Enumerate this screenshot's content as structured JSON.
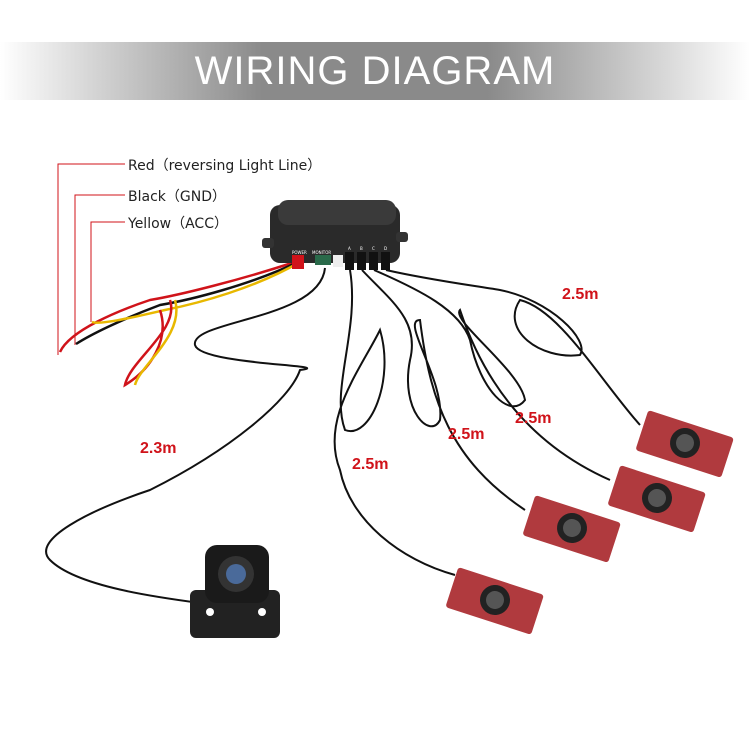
{
  "title": "WIRING DIAGRAM",
  "wires": [
    {
      "label": "Red（reversing Light Line）",
      "color": "#d0131a"
    },
    {
      "label": "Black（GND）",
      "color": "#d0131a"
    },
    {
      "label": "Yellow（ACC）",
      "color": "#d0131a"
    }
  ],
  "control_box": {
    "ports": [
      "POWER",
      "MONITOR",
      "A",
      "B",
      "C",
      "D"
    ]
  },
  "cable_lengths": {
    "camera": "2.3m",
    "sensor_1": "2.5m",
    "sensor_2": "2.5m",
    "sensor_3": "2.5m",
    "sensor_4": "2.5m"
  },
  "colors": {
    "accent": "#d0131a",
    "sensor": "#b03a3e",
    "cable": "#111111"
  }
}
